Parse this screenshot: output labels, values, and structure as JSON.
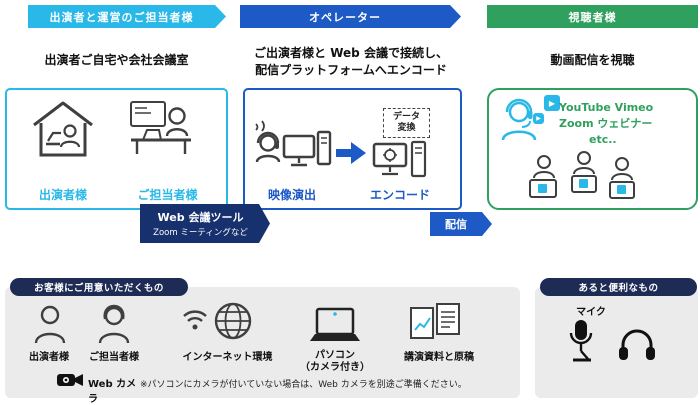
{
  "colors": {
    "cyan": "#29b8e8",
    "blue": "#1d5ac6",
    "green": "#2fa05e",
    "navy": "#17316e",
    "pill_navy": "#1e2b55",
    "gray_panel": "#ebebeb"
  },
  "columns": {
    "performers": {
      "banner": "出演者と運営のご担当者様",
      "description": "出演者ご自宅や会社会議室",
      "label_performer": "出演者様",
      "label_staff": "ご担当者様"
    },
    "operator": {
      "banner": "オペレーター",
      "description_line1": "ご出演者様と Web 会議で接続し、",
      "description_line2": "配信プラットフォームへエンコード",
      "label_video": "映像演出",
      "label_encode": "エンコード",
      "data_conversion_line1": "データ",
      "data_conversion_line2": "変換"
    },
    "viewers": {
      "banner": "視聴者様",
      "description": "動画配信を視聴",
      "platforms_line1": "YouTube Vimeo",
      "platforms_line2": "Zoom ウェビナー",
      "platforms_line3": "etc.."
    }
  },
  "web_tool": {
    "line1": "Web 会議ツール",
    "line2": "Zoom ミーティングなど"
  },
  "distribution_label": "配信",
  "prepare": {
    "header": "お客様にご用意いただくもの",
    "item_performer": "出演者様",
    "item_staff": "ご担当者様",
    "item_internet": "インターネット環境",
    "item_pc_line1": "パソコン",
    "item_pc_line2": "（カメラ付き）",
    "item_docs": "講演資料と原稿",
    "webcam_label": "Web カメラ",
    "webcam_note": "※パソコンにカメラが付いていない場合は、Web カメラを別途ご準備ください。"
  },
  "handy": {
    "header": "あると便利なもの",
    "item_mic": "マイク"
  },
  "play_glyph": "▶"
}
